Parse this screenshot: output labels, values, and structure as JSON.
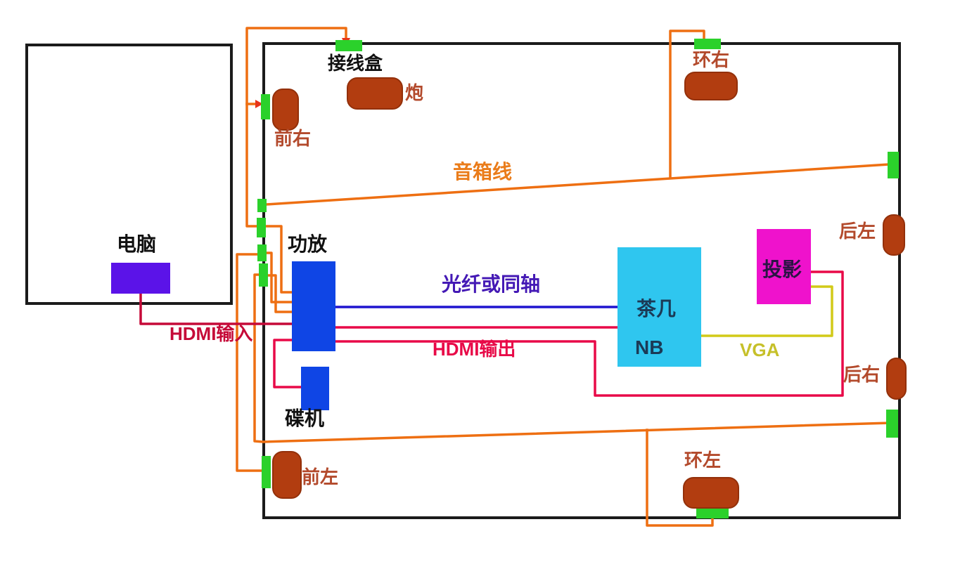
{
  "computer_room": {
    "label": "电脑"
  },
  "main_room": {
    "devices": {
      "junction_box": "接线盒",
      "subwoofer": "炮",
      "amplifier": "功放",
      "disc_player": "碟机",
      "coffee_table": "茶几",
      "notebook": "NB",
      "projector": "投影"
    },
    "speakers": {
      "front_right": "前右",
      "front_left": "前左",
      "surround_right": "环右",
      "surround_left": "环左",
      "rear_left": "后左",
      "rear_right": "后右"
    },
    "cables": {
      "speaker_wire": "音箱线",
      "optical_or_coaxial": "光纤或同轴",
      "hdmi_input": "HDMI输入",
      "hdmi_output": "HDMI输出",
      "vga": "VGA"
    }
  },
  "colors": {
    "wall": "#1b1b1b",
    "speaker_cable": "#ee6f12",
    "hdmi_cable": "#e80a48",
    "hdmi_input_cable": "#c50a38",
    "optical_cable": "#1f13cf",
    "vga_cable": "#d2ca18",
    "wall_connector": "#2bd12b",
    "speaker_fill": "#b23d10",
    "amplifier_fill": "#0f45e5",
    "computer_fill": "#5b13e8",
    "coffee_table_fill": "#2fc6ef",
    "projector_fill": "#ef12cc"
  }
}
